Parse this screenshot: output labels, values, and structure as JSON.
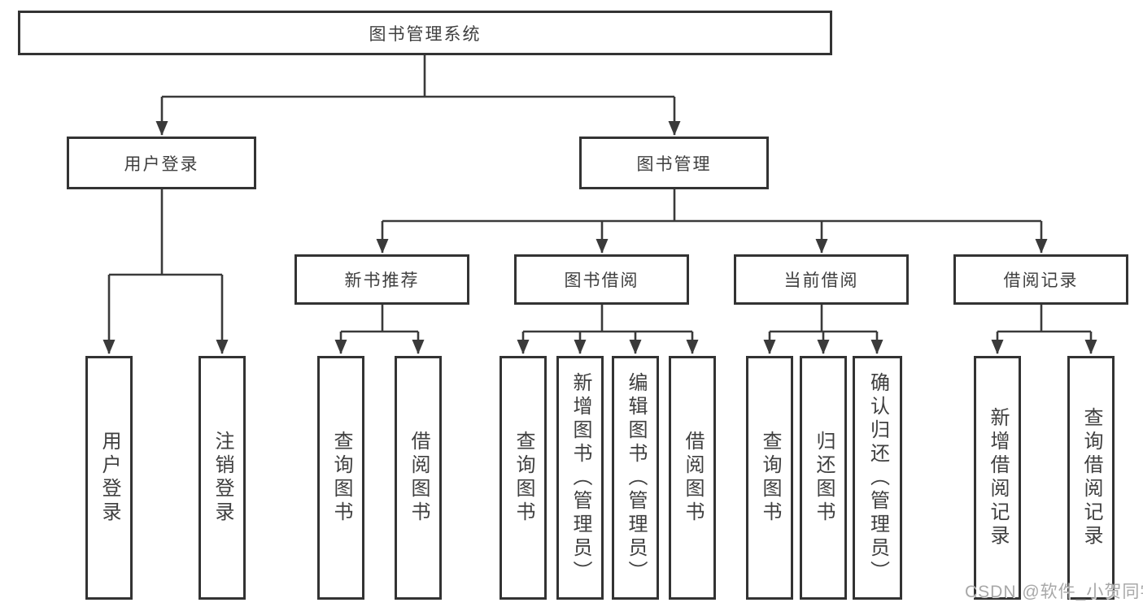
{
  "colors": {
    "box_border": "#333333",
    "connector_line": "#3a3a3a",
    "node_text": "#3f3f3f",
    "watermark_text": "#a8a8a8",
    "background": "#ffffff"
  },
  "watermark": {
    "text": "CSDN @软件_小贺同学"
  },
  "tree": {
    "root": {
      "label": "图书管理系统"
    },
    "level2": [
      {
        "label": "用户登录"
      },
      {
        "label": "图书管理"
      }
    ],
    "login_children": [
      {
        "label": "用户登录"
      },
      {
        "label": "注销登录"
      }
    ],
    "mgmt_children": [
      {
        "label": "新书推荐"
      },
      {
        "label": "图书借阅"
      },
      {
        "label": "当前借阅"
      },
      {
        "label": "借阅记录"
      }
    ],
    "leaf_groups": [
      {
        "parent": "新书推荐",
        "children": [
          {
            "label": "查询图书"
          },
          {
            "label": "借阅图书"
          }
        ]
      },
      {
        "parent": "图书借阅",
        "children": [
          {
            "label": "查询图书"
          },
          {
            "label": "新增图书（管理员）"
          },
          {
            "label": "编辑图书（管理员）"
          },
          {
            "label": "借阅图书"
          }
        ]
      },
      {
        "parent": "当前借阅",
        "children": [
          {
            "label": "查询图书"
          },
          {
            "label": "归还图书"
          },
          {
            "label": "确认归还（管理员）"
          }
        ]
      },
      {
        "parent": "借阅记录",
        "children": [
          {
            "label": "新增借阅记录"
          },
          {
            "label": "查询借阅记录"
          }
        ]
      }
    ]
  }
}
